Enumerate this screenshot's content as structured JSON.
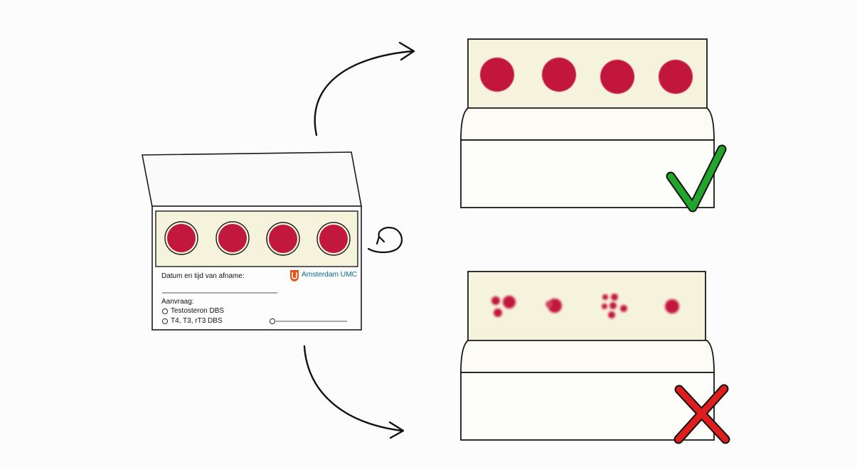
{
  "card": {
    "date_label": "Datum en tijd van afname:",
    "request_label": "Aanvraag:",
    "options": [
      "Testosteron DBS",
      "T4, T3, rT3 DBS"
    ],
    "brand": "Amsterdam UMC"
  },
  "outcomes": [
    {
      "name": "good",
      "mark": "check-icon",
      "color": "#22a52b"
    },
    {
      "name": "bad",
      "mark": "cross-icon",
      "color": "#e01d1d"
    }
  ],
  "colors": {
    "blood": "#c2183d",
    "paper": "#f6f3e2",
    "outline": "#1a1a1a"
  }
}
